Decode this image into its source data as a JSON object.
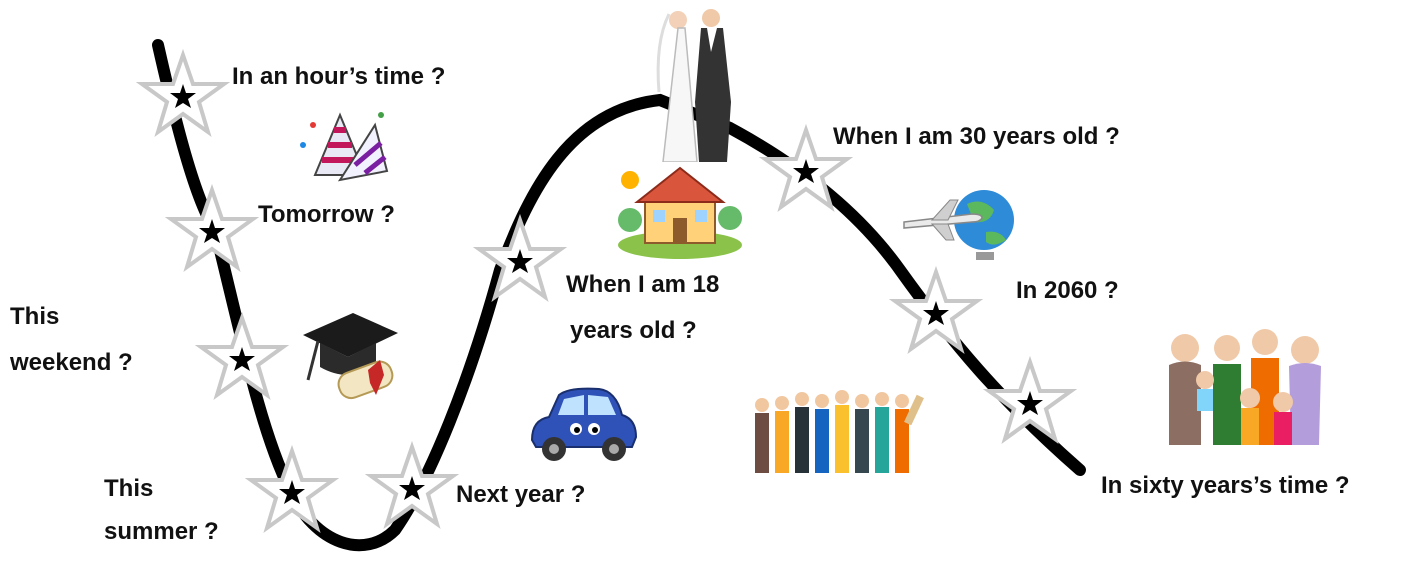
{
  "labels": {
    "hour": "In an hour’s time ?",
    "tomorrow": "Tomorrow ?",
    "weekend_line1": "This",
    "weekend_line2": "weekend ?",
    "summer_line1": "This",
    "summer_line2": "summer ?",
    "next_year": "Next year ?",
    "age18_line1": "When I am 18",
    "age18_line2": "years old ?",
    "age30": "When I am 30 years old ?",
    "y2060": "In 2060 ?",
    "sixty": "In sixty years’s time ?"
  },
  "colors": {
    "curve": "#000000",
    "star_outline": "#c8c8c8",
    "star_center": "#000000",
    "text": "#111111"
  },
  "illustrations": [
    "party-hat-icon",
    "graduation-cap-icon",
    "car-icon",
    "house-icon",
    "wedding-couple-icon",
    "airplane-globe-icon",
    "workers-group-icon",
    "family-icon"
  ]
}
